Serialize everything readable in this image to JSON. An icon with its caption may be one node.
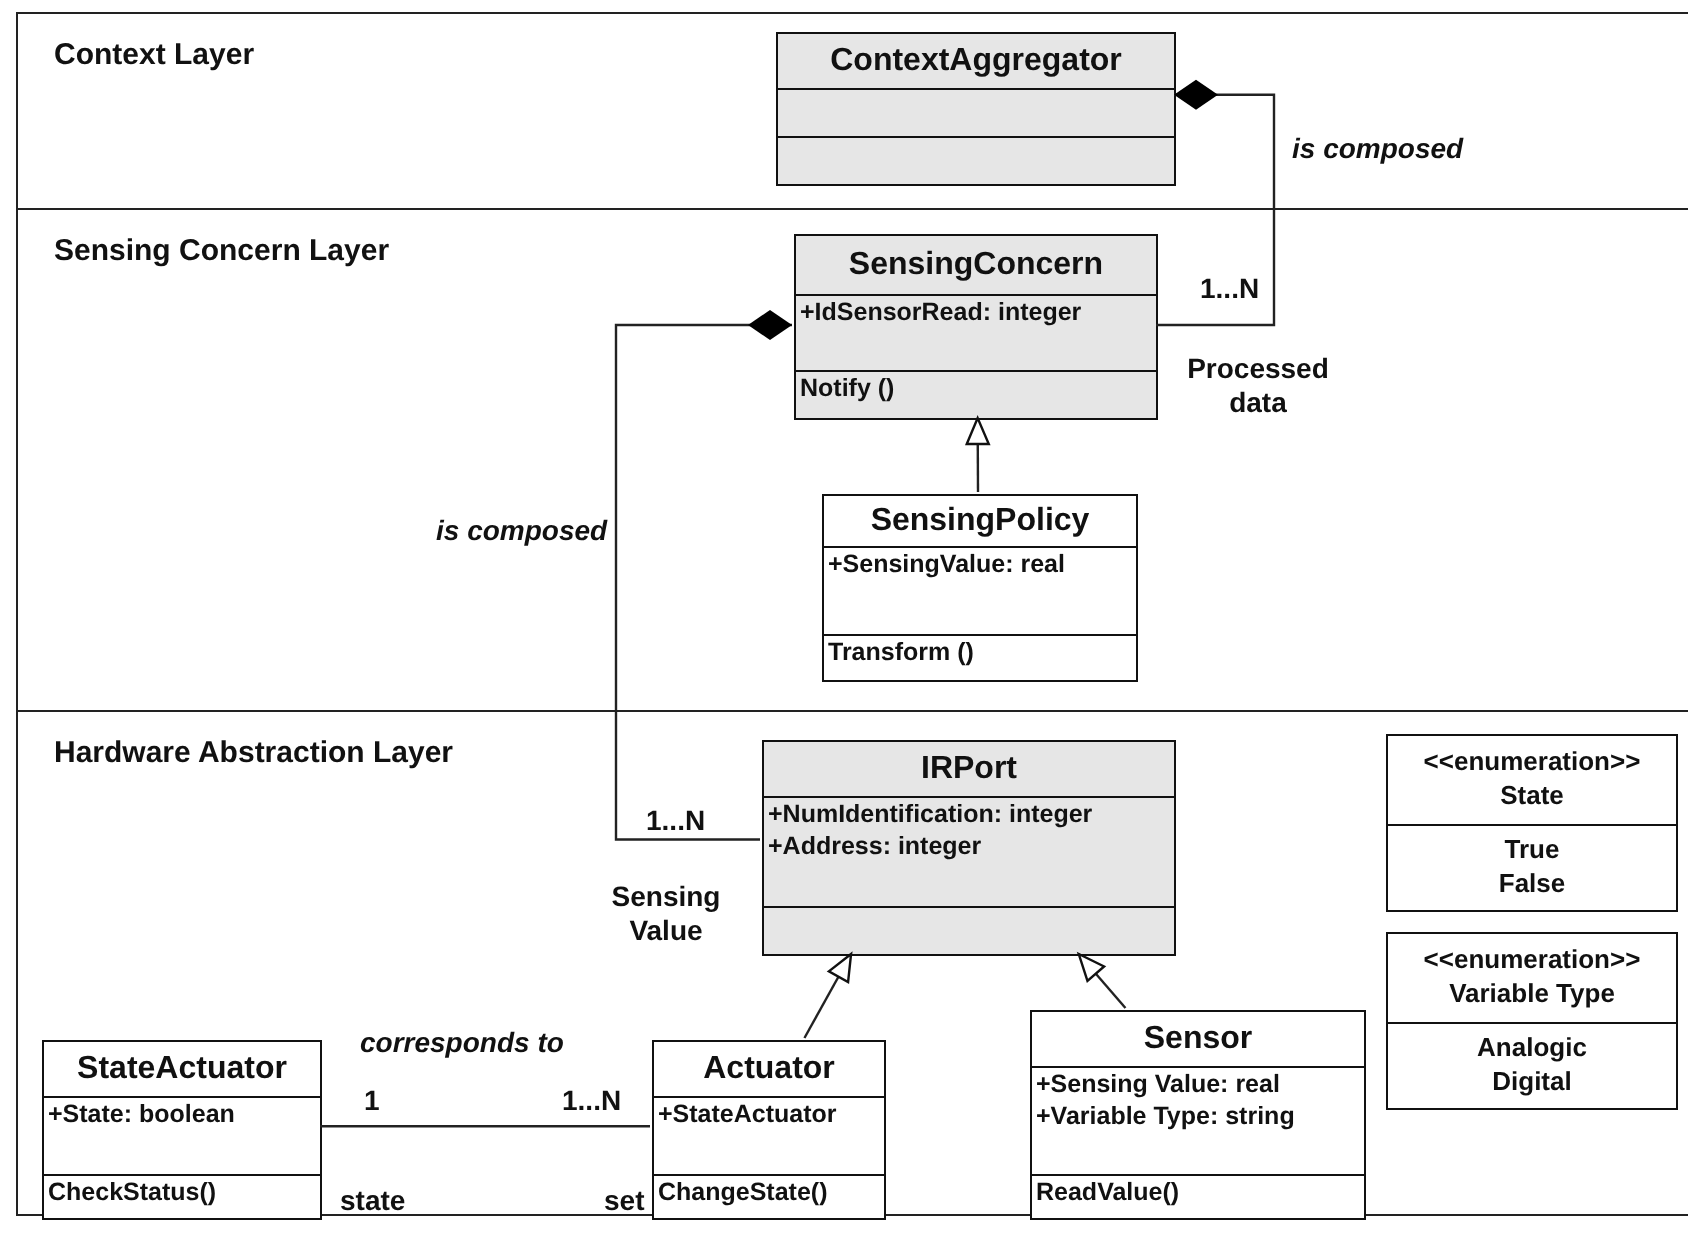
{
  "diagram": {
    "nodes": [
      {
        "text": [
          "Context Layer"
        ]
      },
      {
        "text": [
          "ContextAggregator"
        ],
        "in": 0
      },
      {
        "text": [
          "Sensing Concern Layer"
        ]
      },
      {
        "text": [
          "SensingConcern",
          "+IdSensorRead: integer",
          "Notify ()"
        ],
        "in": 2
      },
      {
        "text": [
          "SensingPolicy",
          "+SensingValue: real",
          "Transform ()"
        ],
        "in": 2
      },
      {
        "text": [
          "Hardware Abstraction Layer"
        ]
      },
      {
        "text": [
          "IRPort",
          "+NumIdentification: integer",
          "+Address: integer"
        ],
        "in": 5
      },
      {
        "text": [
          "StateActuator",
          "+State: boolean",
          "CheckStatus()"
        ],
        "beside": [
          "state"
        ],
        "in": 5
      },
      {
        "text": [
          "Actuator",
          "+StateActuator",
          "ChangeState()"
        ],
        "beside": [
          "set"
        ],
        "in": 5
      },
      {
        "text": [
          "Sensor",
          "+Sensing Value: real",
          "+Variable Type: string",
          "ReadValue()"
        ],
        "in": 5
      },
      {
        "text": [
          "<<enumeration>>",
          "State",
          "True",
          "False"
        ],
        "in": 5
      },
      {
        "text": [
          "<<enumeration>>",
          "Variable Type",
          "Analogic",
          "Digital"
        ],
        "in": 5
      }
    ],
    "edges": [
      {
        "from": 3,
        "to": 1,
        "arrow": "other",
        "label": "is composed"
      },
      {
        "from": 6,
        "to": 3,
        "arrow": "other",
        "label": "is composed"
      },
      {
        "from": 4,
        "to": 3,
        "arrow": "to"
      },
      {
        "from": 8,
        "to": 6,
        "arrow": "to"
      },
      {
        "from": 9,
        "to": 6,
        "arrow": "to"
      },
      {
        "from": 7,
        "to": 8,
        "arrow": "none",
        "label": "corresponds to"
      }
    ],
    "labels": [
      "1...N",
      "Processed data",
      "1...N",
      "Sensing Value",
      "1",
      "1...N"
    ]
  }
}
